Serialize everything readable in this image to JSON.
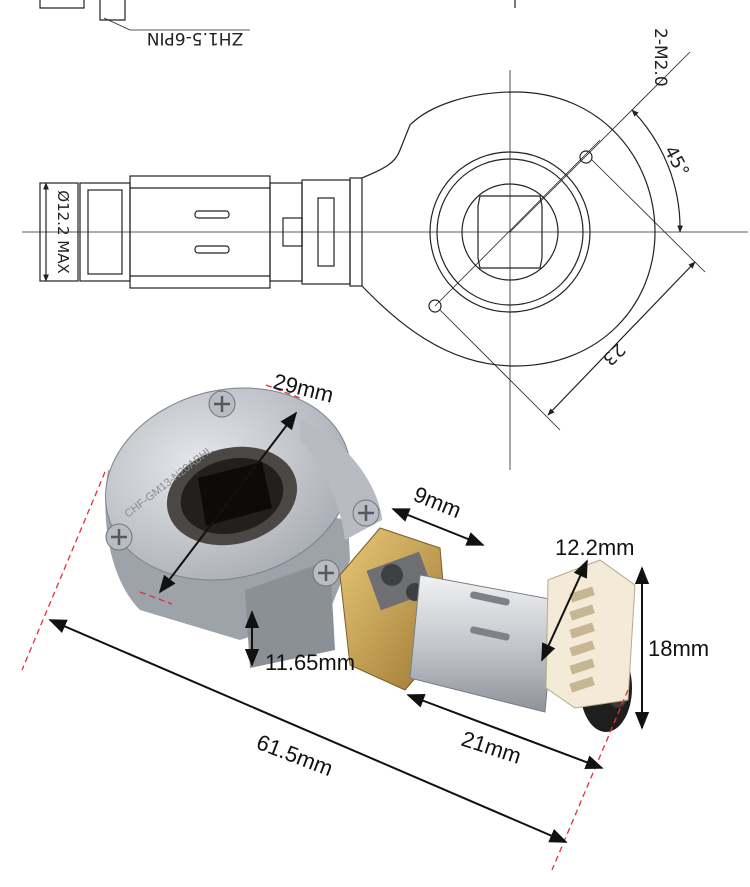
{
  "drawing": {
    "connector_label": "ZH1.5-6PIN",
    "hole_spec": "2-M2.0",
    "angle": "45°",
    "diameter_label": "Ø12.2 MAX",
    "hole_spacing": "23"
  },
  "photo": {
    "encoder_marking": "CHF-GM13-N20ABHL",
    "dims": {
      "bore": "29mm",
      "gearbox": "9mm",
      "motor_dia": "12.2mm",
      "height_right": "18mm",
      "thickness": "11.65mm",
      "motor_len": "21mm",
      "total_len": "61.5mm"
    }
  },
  "colors": {
    "line": "#222222",
    "red_dash": "#e0303a",
    "encoder_metal": "#c9ccd1",
    "brass": "#c9a24a",
    "motor_can": "#d7dadf",
    "connector": "#f3ead8"
  }
}
